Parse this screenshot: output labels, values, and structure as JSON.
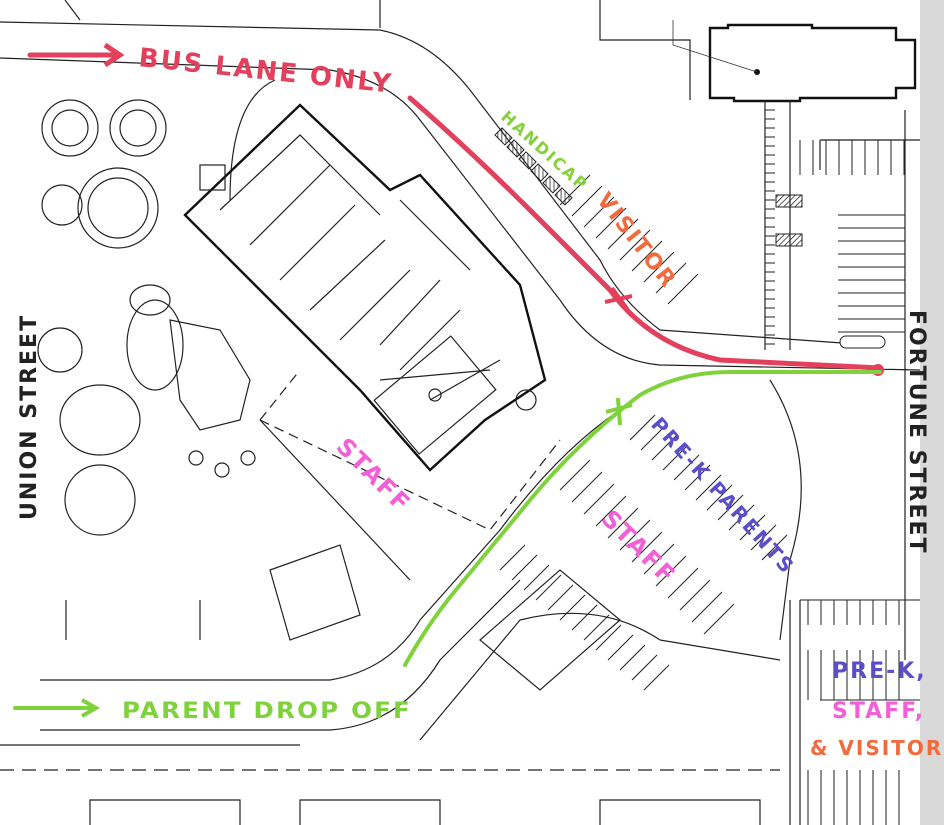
{
  "map": {
    "streets": {
      "west": "UNION STREET",
      "east": "FORTUNE STREET"
    },
    "annotations": {
      "bus_lane": "BUS LANE ONLY",
      "handicap": "HANDICAP",
      "visitor": "VISITOR",
      "staff_building": "STAFF",
      "prek_parents": "PRE-K PARENTS",
      "staff_lot": "STAFF",
      "parent_drop_off": "PARENT DROP OFF",
      "corner_lot_line1": "PRE-K,",
      "corner_lot_line2": "STAFF,",
      "corner_lot_line3": "& VISITORS"
    },
    "colors": {
      "bus_route": "#e2405c",
      "parent_route": "#7fd23c",
      "handicap": "#86d03a",
      "visitor": "#f36a3c",
      "staff": "#f25fd6",
      "prek": "#5b4fc9",
      "ink": "#222222"
    }
  }
}
